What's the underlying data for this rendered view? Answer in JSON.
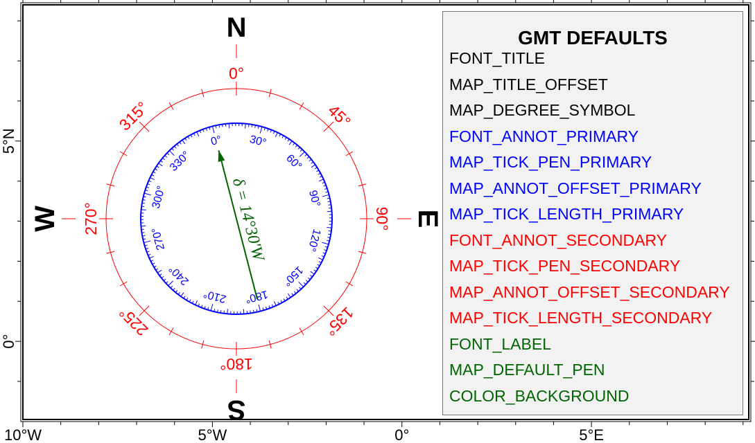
{
  "map": {
    "x_ticks": [
      {
        "lon": -10,
        "label": "10°W"
      },
      {
        "lon": -5,
        "label": "5°W"
      },
      {
        "lon": 0,
        "label": "0°"
      },
      {
        "lon": 5,
        "label": "5°E"
      }
    ],
    "y_ticks": [
      {
        "lat": 0,
        "label": "0°"
      },
      {
        "lat": 5,
        "label": "5°N"
      }
    ],
    "lon_range": [
      -10,
      9.15
    ],
    "lat_range": [
      -1.95,
      8.4
    ]
  },
  "compass": {
    "cardinals": [
      {
        "label": "N",
        "az": 0
      },
      {
        "label": "E",
        "az": 90
      },
      {
        "label": "S",
        "az": 180
      },
      {
        "label": "W",
        "az": 270
      }
    ],
    "outer_labels": [
      {
        "az": 0,
        "label": "0°"
      },
      {
        "az": 45,
        "label": "45°"
      },
      {
        "az": 90,
        "label": "90°"
      },
      {
        "az": 135,
        "label": "135°"
      },
      {
        "az": 180,
        "label": "180°"
      },
      {
        "az": 225,
        "label": "225°"
      },
      {
        "az": 270,
        "label": "270°"
      },
      {
        "az": 315,
        "label": "315°"
      }
    ],
    "inner_labels": [
      {
        "az": 0,
        "label": "0°"
      },
      {
        "az": 30,
        "label": "30°"
      },
      {
        "az": 60,
        "label": "60°"
      },
      {
        "az": 90,
        "label": "90°"
      },
      {
        "az": 120,
        "label": "120°"
      },
      {
        "az": 150,
        "label": "150°"
      },
      {
        "az": 180,
        "label": "180°"
      },
      {
        "az": 210,
        "label": "210°"
      },
      {
        "az": 240,
        "label": "240°"
      },
      {
        "az": 270,
        "label": "270°"
      },
      {
        "az": 300,
        "label": "300°"
      },
      {
        "az": 330,
        "label": "330°"
      }
    ],
    "declination": {
      "value_deg": -14.5,
      "label": "δ = 14°30'W"
    },
    "colors": {
      "primary": "#0000ff",
      "secondary": "#ff0000",
      "label": "#006400",
      "default": "#000000"
    }
  },
  "legend": {
    "title": "GMT DEFAULTS",
    "items": [
      {
        "text": "FONT_TITLE",
        "color": "#000000"
      },
      {
        "text": "MAP_TITLE_OFFSET",
        "color": "#000000"
      },
      {
        "text": "MAP_DEGREE_SYMBOL",
        "color": "#000000"
      },
      {
        "text": "FONT_ANNOT_PRIMARY",
        "color": "#0000ff"
      },
      {
        "text": "MAP_TICK_PEN_PRIMARY",
        "color": "#0000ff"
      },
      {
        "text": "MAP_ANNOT_OFFSET_PRIMARY",
        "color": "#0000ff"
      },
      {
        "text": "MAP_TICK_LENGTH_PRIMARY",
        "color": "#0000ff"
      },
      {
        "text": "FONT_ANNOT_SECONDARY",
        "color": "#ff0000"
      },
      {
        "text": "MAP_TICK_PEN_SECONDARY",
        "color": "#ff0000"
      },
      {
        "text": "MAP_ANNOT_OFFSET_SECONDARY",
        "color": "#ff0000"
      },
      {
        "text": "MAP_TICK_LENGTH_SECONDARY",
        "color": "#ff0000"
      },
      {
        "text": "FONT_LABEL",
        "color": "#006400"
      },
      {
        "text": "MAP_DEFAULT_PEN",
        "color": "#006400"
      },
      {
        "text": "COLOR_BACKGROUND",
        "color": "#006400"
      }
    ]
  }
}
